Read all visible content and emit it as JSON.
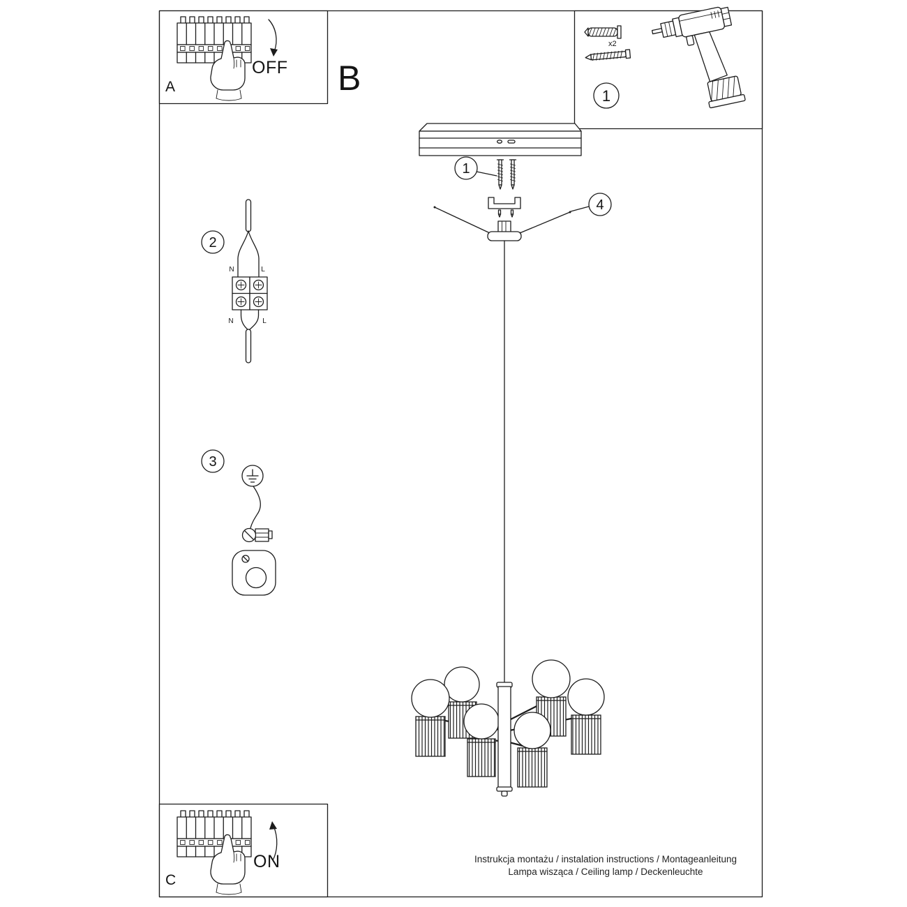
{
  "labels": {
    "a": "A",
    "b": "B",
    "c": "C",
    "off": "OFF",
    "on": "ON",
    "step1": "1",
    "step2": "2",
    "step3": "3",
    "step4": "4",
    "x2": "x2",
    "n": "N",
    "l": "L"
  },
  "footer": {
    "line1": "Instrukcja montażu / instalation instructions / Montageanleitung",
    "line2": "Lampa wisząca / Ceiling lamp / Deckenleuchte"
  }
}
